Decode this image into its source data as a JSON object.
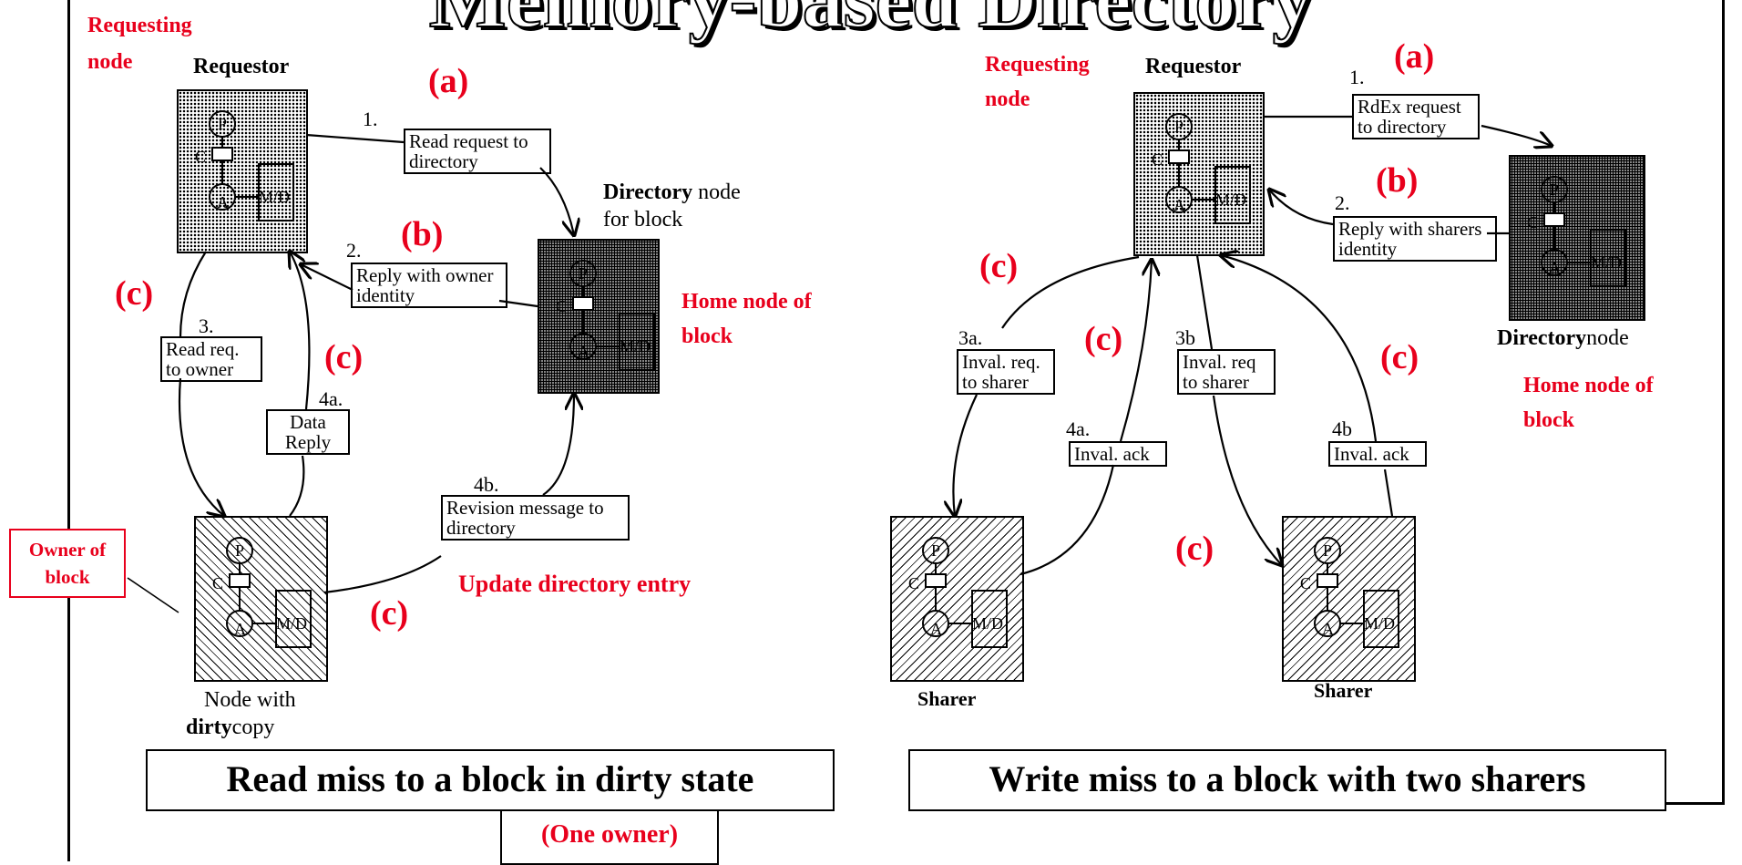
{
  "title": "Memory-based Directory",
  "left": {
    "requesting_node": "Requesting node",
    "requestor": "Requestor",
    "directory_word": "Directory",
    "directory_rest": "node",
    "for_block": "for block",
    "home_node": "Home node of block",
    "owner_of_block": "Owner of block",
    "node_with": "Node with",
    "dirty_word": "dirty",
    "copy_word": "copy",
    "update_entry": "Update directory entry",
    "caption": "Read miss to a block in dirty state",
    "one_owner": "(One owner)",
    "step_labels": [
      "(a)",
      "(b)",
      "(c)",
      "(c)",
      "(c)"
    ],
    "msg_1_num": "1.",
    "msg_1": "Read request to directory",
    "msg_2_num": "2.",
    "msg_2": "Reply with owner identity",
    "msg_3_num": "3.",
    "msg_3": "Read req. to owner",
    "msg_4a_num": "4a.",
    "msg_4a": "Data Reply",
    "msg_4b_num": "4b.",
    "msg_4b": "Revision message to directory"
  },
  "right": {
    "requesting_node": "Requesting node",
    "requestor": "Requestor",
    "directory_word": "Directory",
    "directory_rest": "node",
    "home_node": "Home node of block",
    "sharer": "Sharer",
    "caption": "Write miss to a block with two sharers",
    "step_labels": [
      "(a)",
      "(b)",
      "(c)",
      "(c)",
      "(c)",
      "(c)"
    ],
    "msg_1_num": "1.",
    "msg_1": "RdEx request to directory",
    "msg_2_num": "2.",
    "msg_2": "Reply with sharers identity",
    "msg_3a_num": "3a.",
    "msg_3a": "Inval. req. to sharer",
    "msg_3b_num": "3b",
    "msg_3b": "Inval. req to sharer",
    "msg_4a_num": "4a.",
    "msg_4a": "Inval. ack",
    "msg_4b_num": "4b",
    "msg_4b": "Inval. ack"
  },
  "node_internals": {
    "p": "P",
    "c": "C",
    "a": "A",
    "md": "M/D"
  },
  "colors": {
    "accent_red": "#e8001c",
    "node_light": "#ffffff",
    "node_dark": "#cfcfcf"
  }
}
